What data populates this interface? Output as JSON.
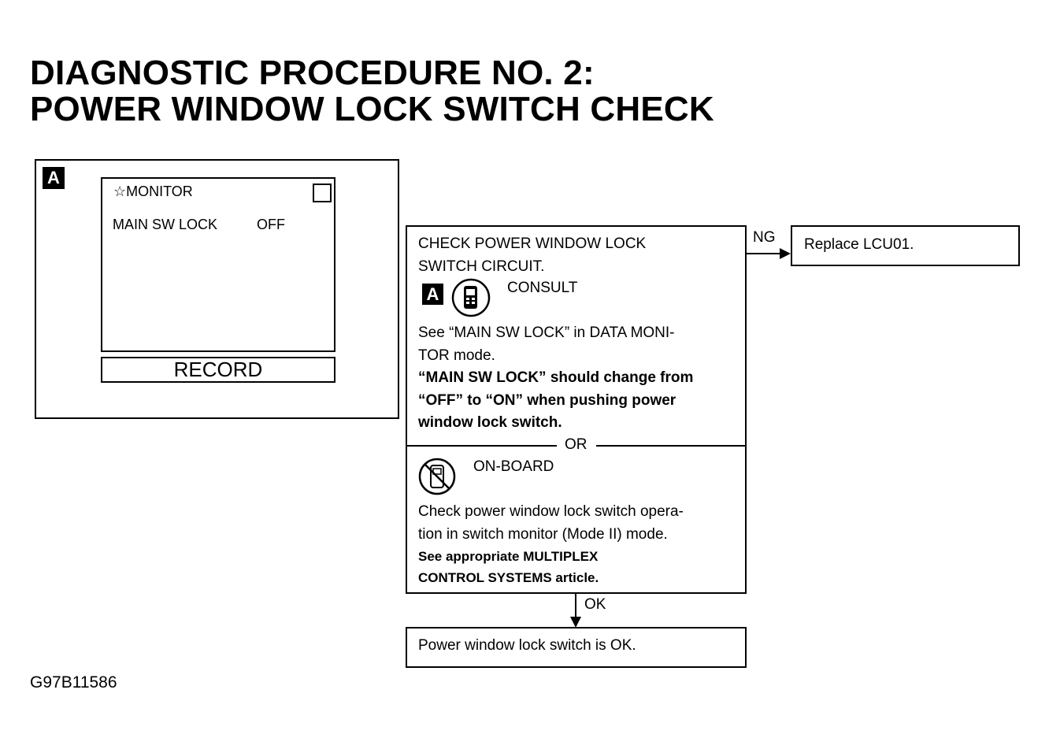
{
  "title": {
    "line1": "DIAGNOSTIC PROCEDURE NO. 2:",
    "line2": "POWER WINDOW LOCK SWITCH CHECK"
  },
  "panel_a": {
    "badge": "A",
    "monitor_label": "☆MONITOR",
    "item_label": "MAIN SW LOCK",
    "item_value": "OFF",
    "record_button": "RECORD"
  },
  "main_box": {
    "heading_line1": "CHECK POWER WINDOW LOCK",
    "heading_line2": "SWITCH CIRCUIT.",
    "badge": "A",
    "consult_label": "CONSULT",
    "consult_line1": "See “MAIN SW LOCK” in DATA MONI-",
    "consult_line2": "TOR mode.",
    "bold_line1": "“MAIN SW LOCK” should change from",
    "bold_line2": "“OFF” to “ON” when pushing power",
    "bold_line3": "window lock switch.",
    "or_label": "OR",
    "onboard_label": "ON-BOARD",
    "onboard_line1": "Check power window lock switch opera-",
    "onboard_line2": "tion in switch monitor (Mode II) mode.",
    "onboard_line3": "See appropriate MULTIPLEX",
    "onboard_line4": "CONTROL SYSTEMS article."
  },
  "ng_label": "NG",
  "ng_box": "Replace LCU01.",
  "ok_label": "OK",
  "ok_box": "Power window lock switch is OK.",
  "figure_id": "G97B11586",
  "icons": [
    "consult-tester-icon",
    "no-consult-icon",
    "monitor-checkbox-icon",
    "star-icon"
  ]
}
